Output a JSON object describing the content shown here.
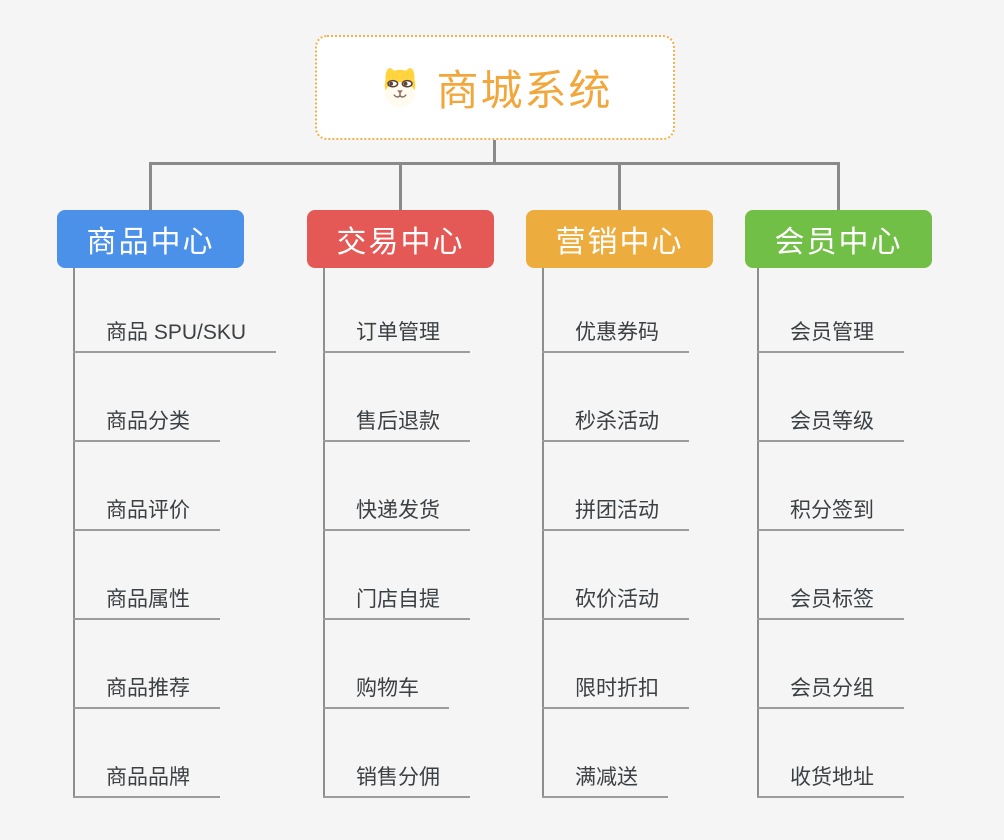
{
  "page": {
    "background": "#F5F5F5"
  },
  "root": {
    "title": "商城系统",
    "icon": "dog-icon",
    "text_color": "#F2A73D",
    "border_color": "#F3AE4E"
  },
  "connector_color": "#8A8A8A",
  "branches": [
    {
      "label": "商品中心",
      "color": "#4B91E9",
      "items": [
        "商品 SPU/SKU",
        "商品分类",
        "商品评价",
        "商品属性",
        "商品推荐",
        "商品品牌"
      ]
    },
    {
      "label": "交易中心",
      "color": "#E45955",
      "items": [
        "订单管理",
        "售后退款",
        "快递发货",
        "门店自提",
        "购物车",
        "销售分佣"
      ]
    },
    {
      "label": "营销中心",
      "color": "#EDAD3E",
      "items": [
        "优惠券码",
        "秒杀活动",
        "拼团活动",
        "砍价活动",
        "限时折扣",
        "满减送"
      ]
    },
    {
      "label": "会员中心",
      "color": "#71BF46",
      "items": [
        "会员管理",
        "会员等级",
        "积分签到",
        "会员标签",
        "会员分组",
        "收货地址"
      ]
    }
  ]
}
